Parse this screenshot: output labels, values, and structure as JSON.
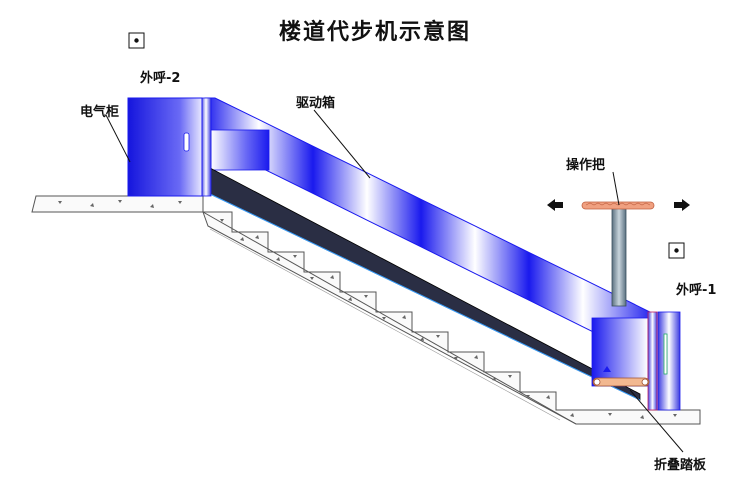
{
  "title": "楼道代步机示意图",
  "labels": {
    "call_2": "外呼-2",
    "cabinet": "电气柜",
    "drive_box": "驱动箱",
    "handle": "操作把",
    "call_1": "外呼-1",
    "pedal": "折叠踏板"
  },
  "icons": [
    "call-button-icon",
    "call-button-icon",
    "arrow-left-icon",
    "arrow-right-icon"
  ],
  "colors": {
    "blue": "#1a1aee",
    "handle_orange": "#f0a080",
    "pedal_orange": "#f2b890",
    "concrete_outline": "#555555"
  }
}
